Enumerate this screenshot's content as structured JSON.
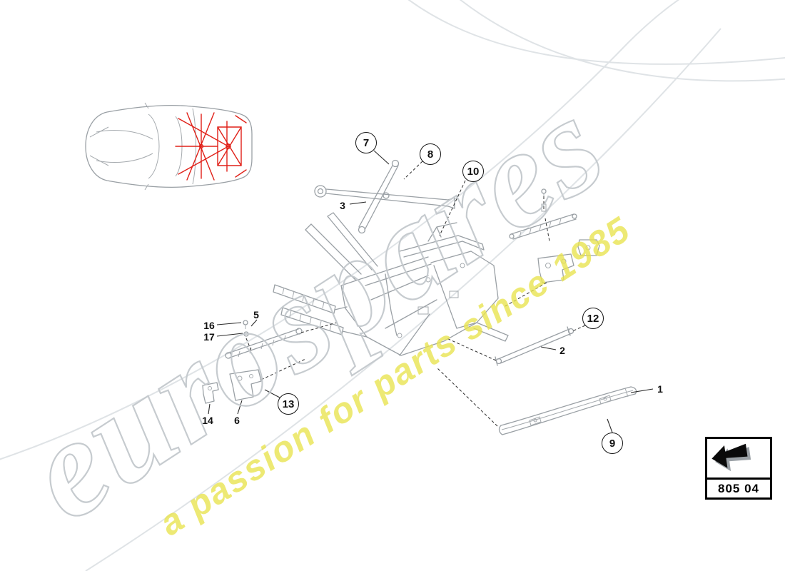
{
  "watermark": {
    "brand": "eurospares",
    "tagline": "a passion for parts since 1985",
    "brand_color": "#c4c9cd",
    "tagline_color": "#e9e44e"
  },
  "legend": {
    "code": "805 04"
  },
  "callouts": {
    "circled": [
      {
        "label": "7"
      },
      {
        "label": "8"
      },
      {
        "label": "10"
      },
      {
        "label": "12"
      },
      {
        "label": "13"
      },
      {
        "label": "9"
      }
    ],
    "plain": [
      {
        "label": "3"
      },
      {
        "label": "5"
      },
      {
        "label": "16"
      },
      {
        "label": "17"
      },
      {
        "label": "14"
      },
      {
        "label": "6"
      },
      {
        "label": "2"
      },
      {
        "label": "1"
      }
    ]
  },
  "colors": {
    "diagram_line": "#9aa0a5",
    "highlight_red": "#e02018",
    "callout_border": "#141414"
  }
}
